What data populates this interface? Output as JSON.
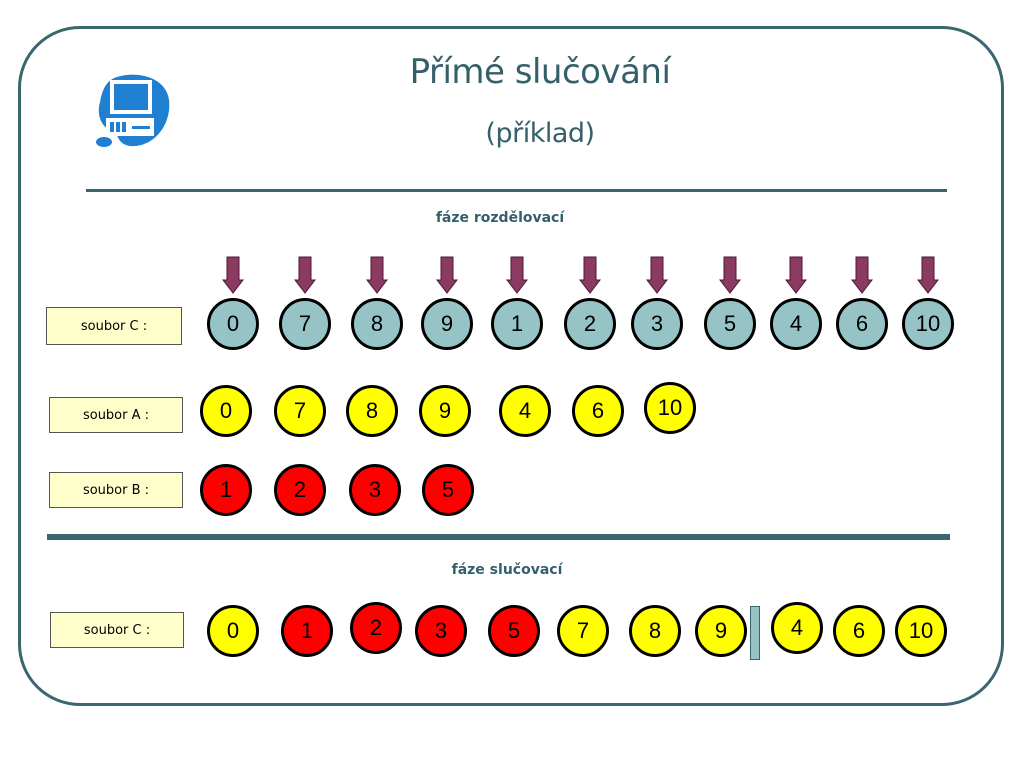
{
  "title": "Přímé slučování",
  "subtitle": "(příklad)",
  "phase_split": {
    "heading": "fáze rozdělovací",
    "file_c": {
      "label": "soubor C :",
      "values": [
        "0",
        "7",
        "8",
        "9",
        "1",
        "2",
        "3",
        "5",
        "4",
        "6",
        "10"
      ]
    },
    "file_a": {
      "label": "soubor A :",
      "values": [
        "0",
        "7",
        "8",
        "9",
        "4",
        "6",
        "10"
      ]
    },
    "file_b": {
      "label": "soubor B :",
      "values": [
        "1",
        "2",
        "3",
        "5"
      ]
    }
  },
  "phase_merge": {
    "heading": "fáze slučovací",
    "file_c": {
      "label": "soubor C :",
      "values": [
        "0",
        "1",
        "2",
        "3",
        "5",
        "7",
        "8",
        "9",
        "4",
        "6",
        "10"
      ]
    }
  },
  "colors": {
    "frame": "#3a6670",
    "teal_ball": "#96c4c6",
    "yellow_ball": "#ffff00",
    "red_ball": "#ff0000",
    "label_bg": "#ffffcc",
    "arrow": "#8b3a62"
  },
  "icons": {
    "logo": "computer-icon",
    "arrow": "down-arrow-icon"
  }
}
